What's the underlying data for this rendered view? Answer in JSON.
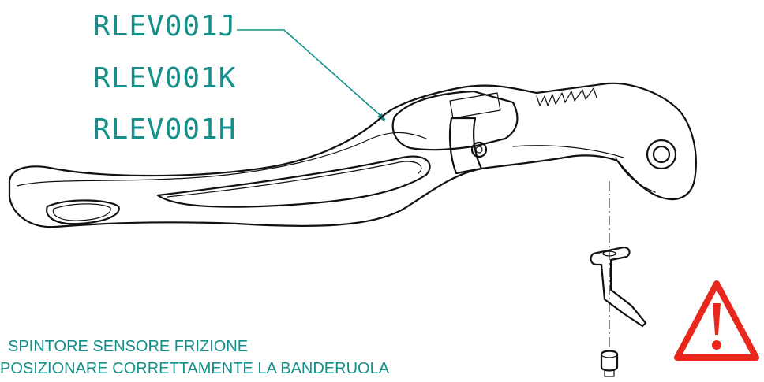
{
  "part_codes": [
    "RLEV001J",
    "RLEV001K",
    "RLEV001H"
  ],
  "notes": [
    "SPINTORE SENSORE FRIZIONE",
    "POSIZIONARE CORRETTAMENTE LA BANDERUOLA"
  ],
  "colors": {
    "annotation": "#13908a",
    "drawing": "#111111",
    "warning": "#e8271d"
  },
  "icons": {
    "warning": "warning-triangle-icon"
  }
}
